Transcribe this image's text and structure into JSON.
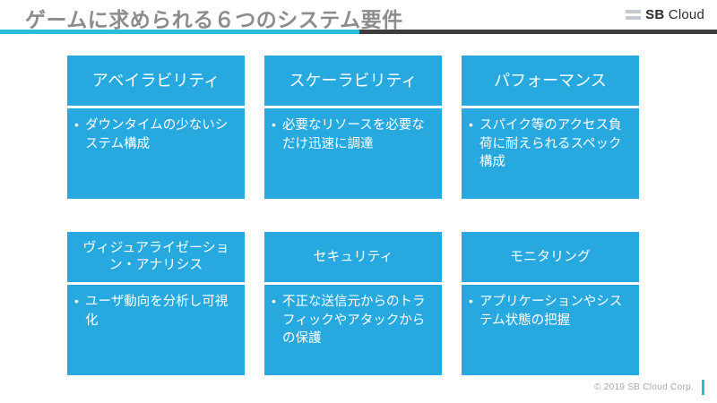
{
  "header": {
    "title": "ゲームに求められる６つのシステム要件",
    "logo": {
      "icon": "three-bars-icon",
      "text_prefix": "SB",
      "text_suffix": "Cloud"
    },
    "rule_accent_color": "#29bcd8",
    "rule_color": "#3d3d3d"
  },
  "cards": {
    "accent_color": "#27a9e0",
    "bullet": "•",
    "items": [
      {
        "id": "availability",
        "title": "アベイラビリティ",
        "body": "ダウンタイムの少ないシステム構成"
      },
      {
        "id": "scalability",
        "title": "スケーラビリティ",
        "body": "必要なリソースを必要なだけ迅速に調達"
      },
      {
        "id": "performance",
        "title": "パフォーマンス",
        "body": "スパイク等のアクセス負荷に耐えられるスペック構成"
      },
      {
        "id": "visualization-analysis",
        "title": "ヴィジュアライゼーション・アナリシス",
        "body": "ユーザ動向を分析し可視化"
      },
      {
        "id": "security",
        "title": "セキュリティ",
        "body": "不正な送信元からのトラフィックやアタックからの保護"
      },
      {
        "id": "monitoring",
        "title": "モニタリング",
        "body": "アプリケーションやシステム状態の把握"
      }
    ]
  },
  "footer": {
    "copyright": "© 2019 SB Cloud Corp.",
    "accent_color": "#29bcd8"
  }
}
